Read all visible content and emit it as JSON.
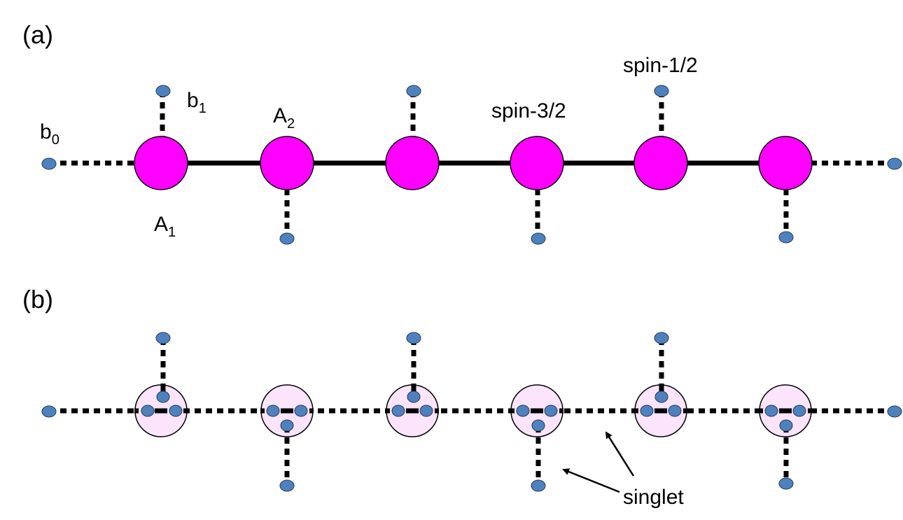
{
  "panel_a": {
    "label": "(a)",
    "labels": {
      "b0": {
        "base": "b",
        "sub": "0"
      },
      "b1": {
        "base": "b",
        "sub": "1"
      },
      "A2": {
        "base": "A",
        "sub": "2"
      },
      "A1": {
        "base": "A",
        "sub": "1"
      },
      "spin_large": "spin-3/2",
      "spin_small": "spin-1/2"
    }
  },
  "panel_b": {
    "label": "(b)",
    "annotation": "singlet"
  },
  "colors": {
    "large_spin_fill": "#ff00ff",
    "small_spin_fill": "#4f81bd",
    "composite_fill": "#fce4fc",
    "bond": "#000000"
  }
}
